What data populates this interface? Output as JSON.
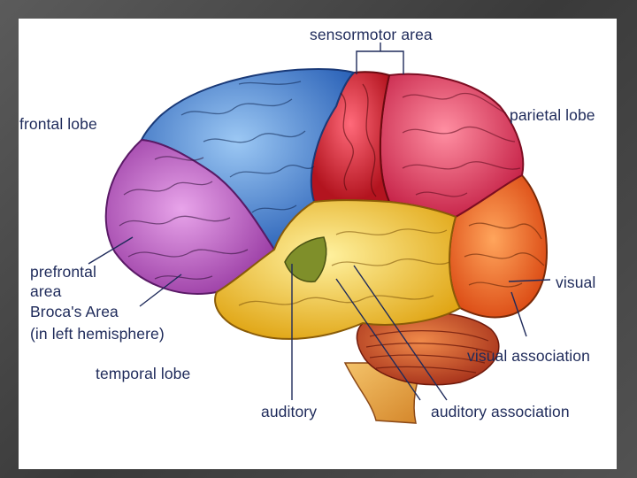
{
  "diagram": {
    "labels": {
      "sensormotor": "sensormotor area",
      "frontal": "frontal lobe",
      "parietal": "parietal lobe",
      "prefrontal": "prefrontal",
      "prefrontal_area": "area",
      "broca": "Broca's Area",
      "broca_note": "(in left hemisphere)",
      "visual": "visual",
      "visual_association": "visual association",
      "temporal": "temporal lobe",
      "auditory": "auditory",
      "auditory_association": "auditory association"
    },
    "colors": {
      "frontal_blue": "#4f93de",
      "prefrontal_purple": "#c86fcc",
      "sensorimotor_red": "#e8283a",
      "parietal_pink": "#e94a6a",
      "occipital_orange": "#f06a22",
      "temporal_yellow": "#f2d13a",
      "auditory_olive": "#a9b03a",
      "cerebellum": "#d04a25",
      "brainstem": "#e8a43a",
      "label_text": "#1e2a5a"
    }
  }
}
